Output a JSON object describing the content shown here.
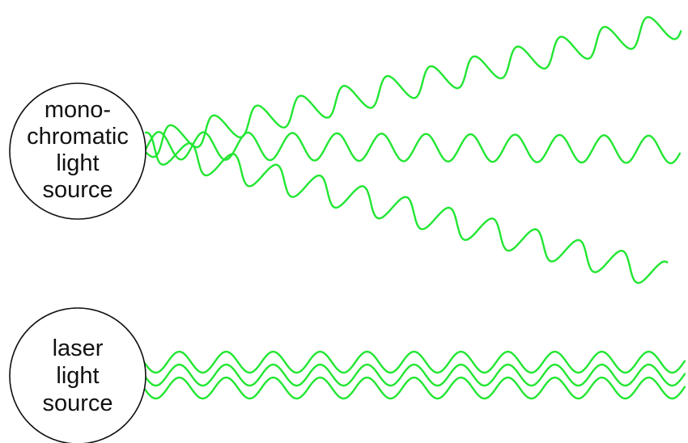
{
  "sources": {
    "mono": {
      "label_lines": [
        "mono-",
        "chromatic",
        "light",
        "source"
      ]
    },
    "laser": {
      "label_lines": [
        "laser",
        "light",
        "source"
      ]
    }
  },
  "colors": {
    "wave": "#22e632",
    "outline": "#111111",
    "background": "#ffffff"
  }
}
